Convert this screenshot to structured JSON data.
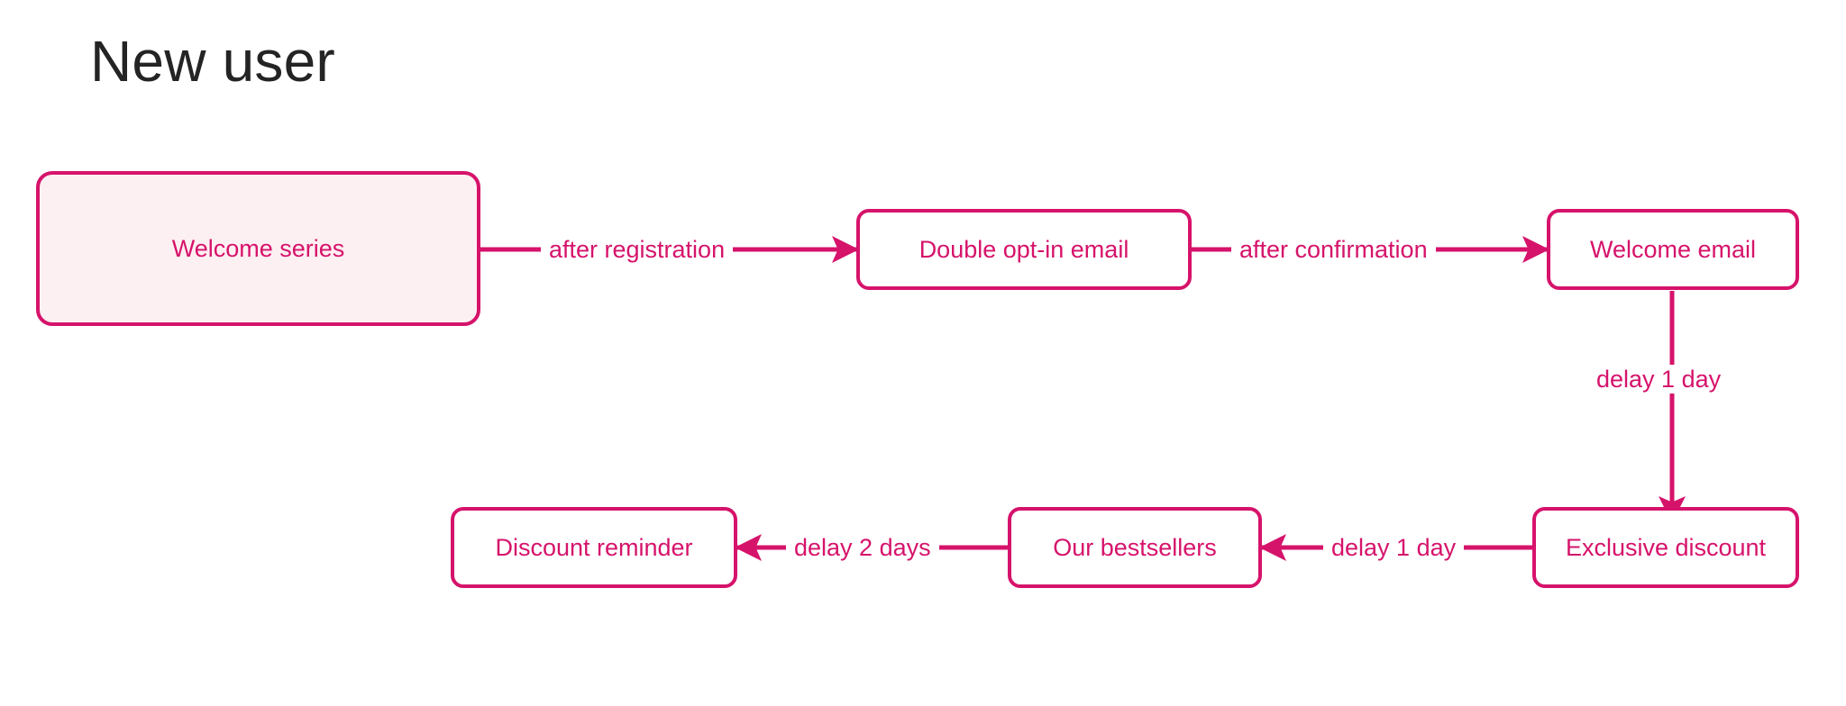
{
  "page": {
    "title": "New user",
    "background": "#ffffff"
  },
  "theme": {
    "accent": "#d6136b",
    "node_fill": "#ffffff",
    "subgraph_fill": "#fdf0f2",
    "title_color": "#242424"
  },
  "diagram": {
    "type": "flowchart",
    "nodes": [
      {
        "id": "welcome-series",
        "label": "Welcome series",
        "variant": "subgraph"
      },
      {
        "id": "double-opt-in",
        "label": "Double opt-in email",
        "variant": "default"
      },
      {
        "id": "welcome-email",
        "label": "Welcome email",
        "variant": "default"
      },
      {
        "id": "exclusive-discount",
        "label": "Exclusive discount",
        "variant": "default"
      },
      {
        "id": "our-bestsellers",
        "label": "Our bestsellers",
        "variant": "default"
      },
      {
        "id": "discount-reminder",
        "label": "Discount reminder",
        "variant": "default"
      }
    ],
    "edges": [
      {
        "id": "e1",
        "from": "welcome-series",
        "to": "double-opt-in",
        "label": "after registration",
        "direction": "right"
      },
      {
        "id": "e2",
        "from": "double-opt-in",
        "to": "welcome-email",
        "label": "after confirmation",
        "direction": "right"
      },
      {
        "id": "e3",
        "from": "welcome-email",
        "to": "exclusive-discount",
        "label": "delay 1 day",
        "direction": "down"
      },
      {
        "id": "e4",
        "from": "exclusive-discount",
        "to": "our-bestsellers",
        "label": "delay 1 day",
        "direction": "left"
      },
      {
        "id": "e5",
        "from": "our-bestsellers",
        "to": "discount-reminder",
        "label": "delay 2 days",
        "direction": "left"
      }
    ]
  }
}
